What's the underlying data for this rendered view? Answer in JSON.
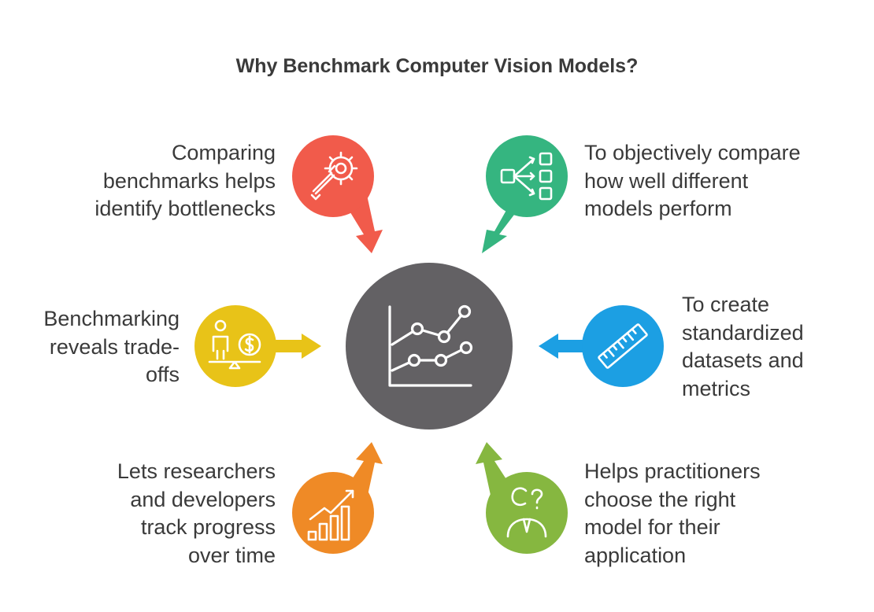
{
  "title": "Why Benchmark Computer Vision Models?",
  "colors": {
    "center": "#636164",
    "red": "#f15b4b",
    "green": "#35b580",
    "yellow": "#e8c318",
    "blue": "#1c9fe3",
    "orange": "#ef8a26",
    "lime": "#86b740",
    "text": "#3a3a3a"
  },
  "nodes": {
    "top_left": {
      "text": "Comparing\nbenchmarks helps\nidentify bottlenecks",
      "icon": "gear-wrench-icon"
    },
    "middle_left": {
      "text": "Benchmarking\nreveals trade-\noffs",
      "icon": "person-money-balance-icon"
    },
    "bottom_left": {
      "text": "Lets researchers\nand developers\ntrack progress\nover time",
      "icon": "growth-bar-chart-icon"
    },
    "top_right": {
      "text": "To objectively compare\nhow well different\nmodels perform",
      "icon": "flow-comparison-icon"
    },
    "middle_right": {
      "text": "To create\nstandardized\ndatasets and\nmetrics",
      "icon": "ruler-icon"
    },
    "bottom_right": {
      "text": "Helps practitioners\nchoose the right\nmodel for their\napplication",
      "icon": "person-question-icon"
    },
    "center": {
      "icon": "line-chart-icon"
    }
  }
}
